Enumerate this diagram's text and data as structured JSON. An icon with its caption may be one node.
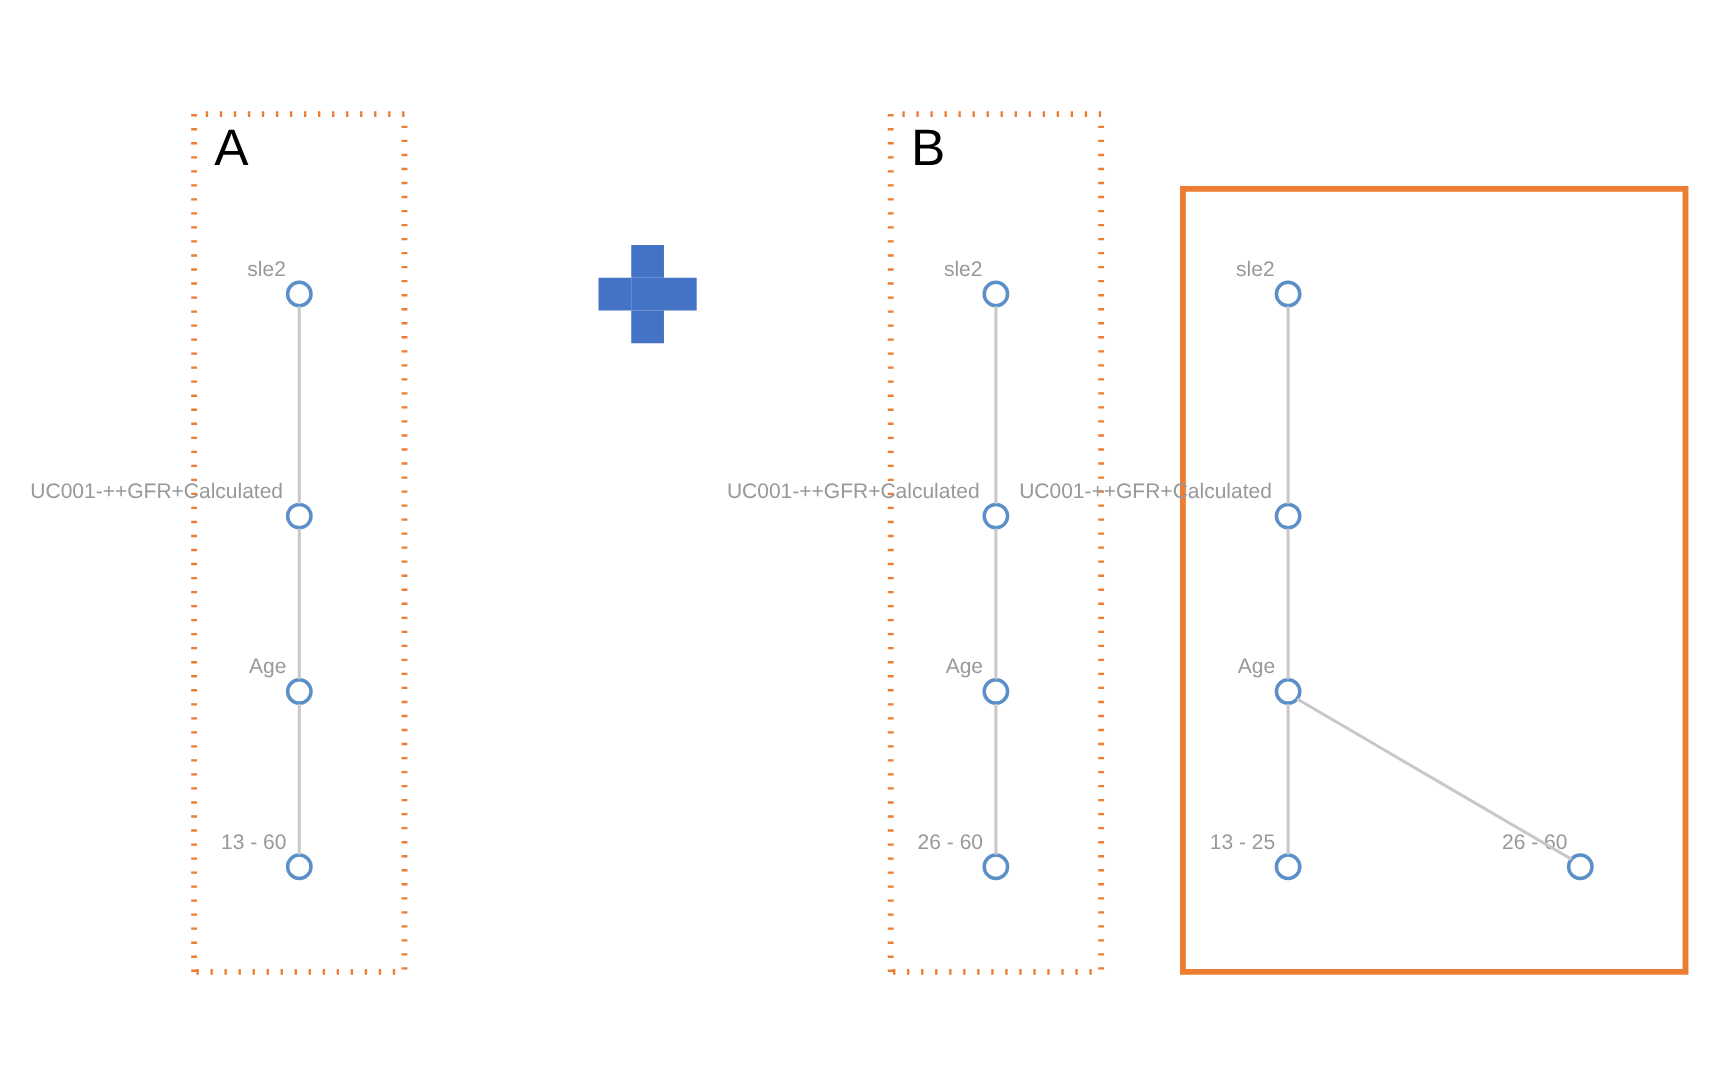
{
  "diagram": {
    "nodes": [
      {
        "text": [
          "A"
        ]
      },
      {
        "text": [],
        "shape": "circle",
        "beside": [
          "sle2"
        ],
        "in": 0
      },
      {
        "text": [],
        "shape": "circle",
        "beside": [
          "UC001-++GFR+Calculated"
        ],
        "in": 0
      },
      {
        "text": [],
        "shape": "circle",
        "beside": [
          "Age"
        ],
        "in": 0
      },
      {
        "text": [],
        "shape": "circle",
        "beside": [
          "13 - 60"
        ],
        "in": 0
      },
      {
        "text": [],
        "shape": "cross"
      },
      {
        "text": [
          "B"
        ]
      },
      {
        "text": [],
        "shape": "circle",
        "beside": [
          "sle2"
        ],
        "in": 6
      },
      {
        "text": [],
        "shape": "circle",
        "beside": [
          "UC001-++GFR+Calculated"
        ],
        "in": 6
      },
      {
        "text": [],
        "shape": "circle",
        "beside": [
          "Age"
        ],
        "in": 6
      },
      {
        "text": [],
        "shape": "circle",
        "beside": [
          "26 - 60"
        ],
        "in": 6
      },
      {
        "text": [],
        "shape": "box"
      },
      {
        "text": [],
        "shape": "circle",
        "beside": [
          "sle2"
        ],
        "in": 11
      },
      {
        "text": [],
        "shape": "circle",
        "beside": [
          "UC001-++GFR+Calculated"
        ],
        "in": 11
      },
      {
        "text": [],
        "shape": "circle",
        "beside": [
          "Age"
        ],
        "in": 11
      },
      {
        "text": [],
        "shape": "circle",
        "beside": [
          "13 - 25"
        ],
        "in": 11
      },
      {
        "text": [],
        "shape": "circle",
        "beside": [
          "26 - 60"
        ],
        "in": 11
      }
    ],
    "edges": [
      {
        "from": 1,
        "to": 2,
        "arrow": "none"
      },
      {
        "from": 2,
        "to": 3,
        "arrow": "none"
      },
      {
        "from": 3,
        "to": 4,
        "arrow": "none"
      },
      {
        "from": 7,
        "to": 8,
        "arrow": "none"
      },
      {
        "from": 8,
        "to": 9,
        "arrow": "none"
      },
      {
        "from": 9,
        "to": 10,
        "arrow": "none"
      },
      {
        "from": 12,
        "to": 13,
        "arrow": "none"
      },
      {
        "from": 13,
        "to": 14,
        "arrow": "none"
      },
      {
        "from": 14,
        "to": 15,
        "arrow": "none"
      },
      {
        "from": 14,
        "to": 16,
        "arrow": "none"
      }
    ]
  }
}
